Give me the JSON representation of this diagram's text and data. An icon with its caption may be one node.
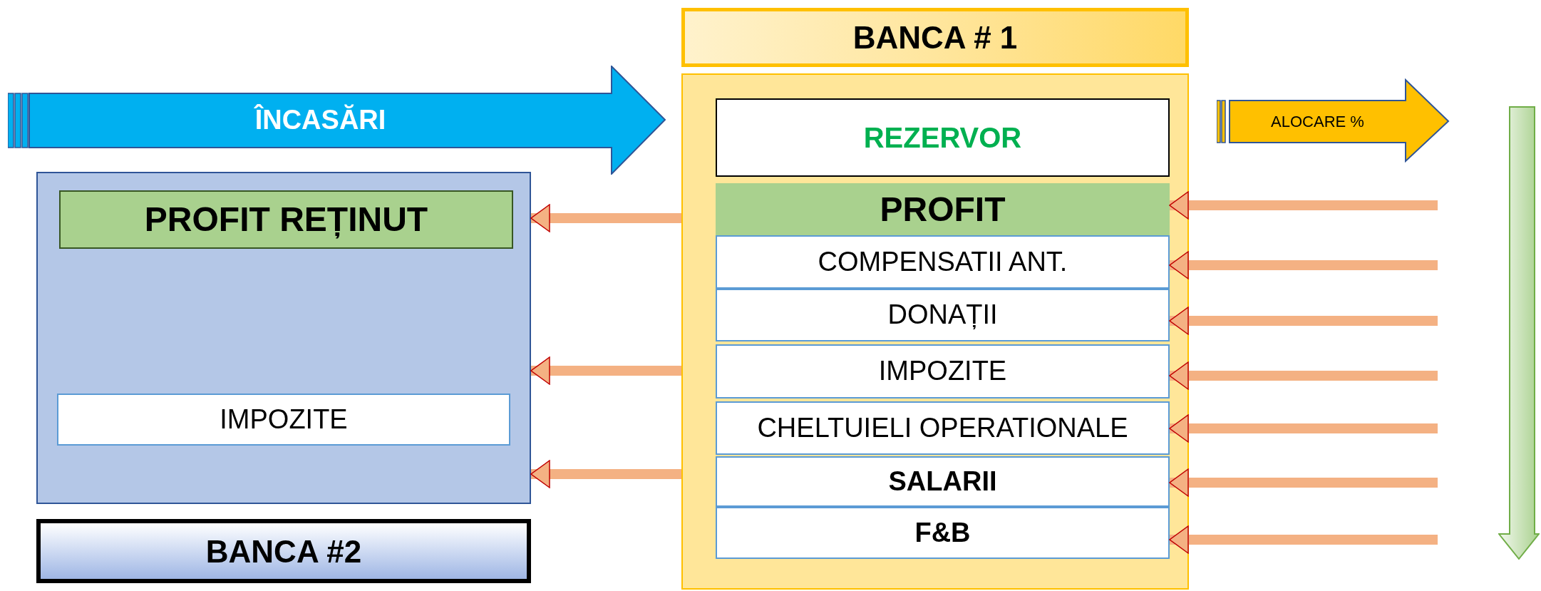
{
  "diagram": {
    "nodes": [
      {
        "text": [
          "BANCA # 1"
        ]
      },
      {
        "text": [],
        "shape": "box"
      },
      {
        "text": [
          "REZERVOR"
        ],
        "in": 1
      },
      {
        "text": [
          "PROFIT"
        ],
        "in": 1
      },
      {
        "text": [
          "COMPENSATII ANT."
        ],
        "in": 1
      },
      {
        "text": [
          "DONAȚII"
        ],
        "in": 1
      },
      {
        "text": [
          "IMPOZITE"
        ],
        "in": 1
      },
      {
        "text": [
          "CHELTUIELI OPERATIONALE"
        ],
        "in": 1
      },
      {
        "text": [
          "SALARII"
        ],
        "in": 1
      },
      {
        "text": [
          "F&B"
        ],
        "in": 1
      },
      {
        "text": [
          "ÎNCASĂRI"
        ]
      },
      {
        "text": [],
        "shape": "box"
      },
      {
        "text": [
          "PROFIT REȚINUT"
        ],
        "in": 11
      },
      {
        "text": [
          "IMPOZITE"
        ],
        "in": 11
      },
      {
        "text": [
          "BANCA #2"
        ]
      },
      {
        "text": [
          "ALOCARE %"
        ]
      },
      {
        "text": [],
        "shape": "arrow"
      }
    ],
    "edges": [
      {
        "from": 1,
        "to": 11,
        "arrow": "to"
      },
      {
        "from": 1,
        "to": 11,
        "arrow": "to"
      },
      {
        "from": 1,
        "to": 11,
        "arrow": "to"
      },
      {
        "from": null,
        "to": 3,
        "arrow": "to"
      },
      {
        "from": null,
        "to": 4,
        "arrow": "to"
      },
      {
        "from": null,
        "to": 5,
        "arrow": "to"
      },
      {
        "from": null,
        "to": 6,
        "arrow": "to"
      },
      {
        "from": null,
        "to": 7,
        "arrow": "to"
      },
      {
        "from": null,
        "to": 8,
        "arrow": "to"
      },
      {
        "from": null,
        "to": 9,
        "arrow": "to"
      }
    ]
  }
}
